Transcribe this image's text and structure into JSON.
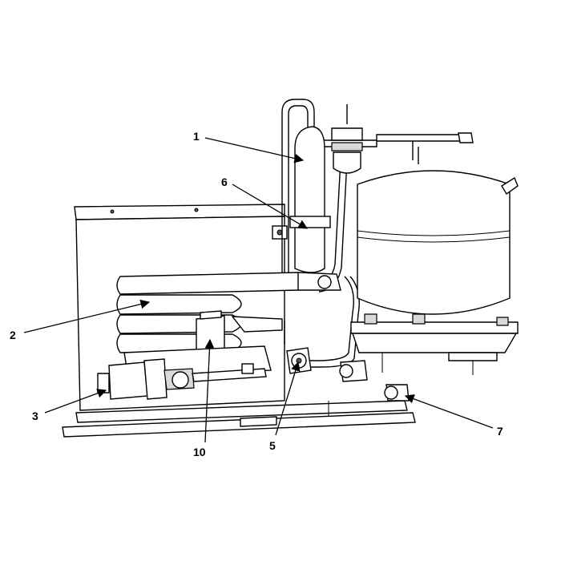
{
  "diagram": {
    "colors": {
      "line": "#000000",
      "background": "#ffffff",
      "shade": "#d9d9d9"
    },
    "callouts": [
      {
        "id": "c1",
        "label": "1"
      },
      {
        "id": "c2",
        "label": "2"
      },
      {
        "id": "c3",
        "label": "3"
      },
      {
        "id": "c5",
        "label": "5"
      },
      {
        "id": "c6",
        "label": "6"
      },
      {
        "id": "c7",
        "label": "7"
      },
      {
        "id": "c10",
        "label": "10"
      }
    ]
  }
}
